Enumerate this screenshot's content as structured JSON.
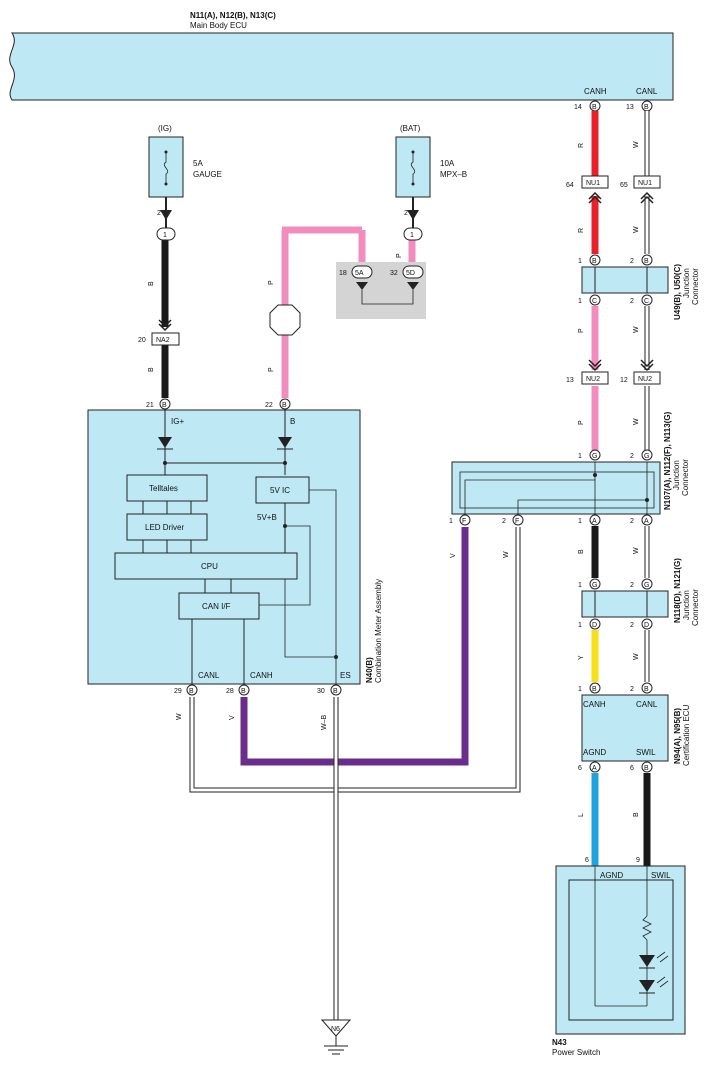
{
  "colors": {
    "component_fill": "#bfe8f5",
    "wire_red": "#e8202a",
    "wire_pink": "#f08cbe",
    "wire_black": "#1a1a1a",
    "wire_white": "#ffffff",
    "wire_violet": "#6a2d8c",
    "wire_yellow": "#f7df1a",
    "wire_blue": "#1fa3dc",
    "connector_gray": "#d4d4d4"
  },
  "main_body_ecu": {
    "code": "N11(A), N12(B), N13(C)",
    "name": "Main Body ECU",
    "canh": "CANH",
    "canl": "CANL",
    "pin_canh": "14",
    "pin_canl": "13",
    "pin_letter": "B"
  },
  "fuse_gauge": {
    "supply": "(IG)",
    "rating": "5A",
    "name": "GAUGE",
    "pin_num": "2",
    "pin_label": "1"
  },
  "fuse_mpx": {
    "supply": "(BAT)",
    "rating": "10A",
    "name": "MPX–B",
    "pin_num": "2",
    "pin_label": "1"
  },
  "jb_connector": {
    "pin_a_num": "18",
    "pin_a": "5A",
    "pin_b_num": "32",
    "pin_b": "5D"
  },
  "inline": {
    "na2_num": "20",
    "na2": "NA2",
    "nu1_left_num": "64",
    "nu1_right_num": "65",
    "nu1": "NU1",
    "nu2_left_num": "13",
    "nu2_right_num": "12",
    "nu2": "NU2"
  },
  "wire_codes": {
    "r": "R",
    "w": "W",
    "p": "P",
    "b": "B",
    "v": "V",
    "y": "Y",
    "l": "L",
    "wb": "W–B"
  },
  "junction_u49": {
    "code": "U49(B), U50(C)",
    "name": "Junction",
    "name2": "Connector",
    "top_left": "1",
    "top_right": "2",
    "top_letter": "B",
    "bot_left": "1",
    "bot_right": "2",
    "bot_letter": "C"
  },
  "junction_n107": {
    "code": "N107(A), N112(F), N113(G)",
    "name": "Junction",
    "name2": "Connector",
    "top_left": "1",
    "top_right": "2",
    "top_letter": "G",
    "f1": "1",
    "f2": "2",
    "f_letter": "F",
    "a1": "1",
    "a2": "2",
    "a_letter": "A"
  },
  "junction_n118": {
    "code": "N118(D), N121(G)",
    "name": "Junction",
    "name2": "Connector",
    "top_left": "1",
    "top_right": "2",
    "top_letter": "G",
    "bot_left": "1",
    "bot_right": "2",
    "bot_letter": "D"
  },
  "meter": {
    "code": "N40(B)",
    "name": "Combination Meter Assembly",
    "pin_ig": "21",
    "pin_b": "22",
    "pin_letter": "B",
    "ig_label": "IG+",
    "b_label": "B",
    "telltales": "Telltales",
    "led_driver": "LED Driver",
    "cpu": "CPU",
    "can_if": "CAN I/F",
    "vic": "5V IC",
    "v5b": "5V+B",
    "canl": "CANL",
    "canh": "CANH",
    "es": "ES",
    "pin_canl": "29",
    "pin_canh": "28",
    "pin_es": "30"
  },
  "cert_ecu": {
    "code": "N94(A), N95(B)",
    "name": "Certification ECU",
    "canh": "CANH",
    "canl": "CANL",
    "agnd": "AGND",
    "swil": "SWIL",
    "pin_canh": "1",
    "pin_canl": "2",
    "pin_top_letter": "B",
    "pin_agnd": "6",
    "pin_swil": "6",
    "pin_agnd_letter": "A",
    "pin_swil_letter": "B"
  },
  "power_switch": {
    "code": "N43",
    "name": "Power Switch",
    "agnd": "AGND",
    "swil": "SWIL",
    "pin_agnd": "6",
    "pin_swil": "9"
  },
  "ground": {
    "label": "N6"
  }
}
